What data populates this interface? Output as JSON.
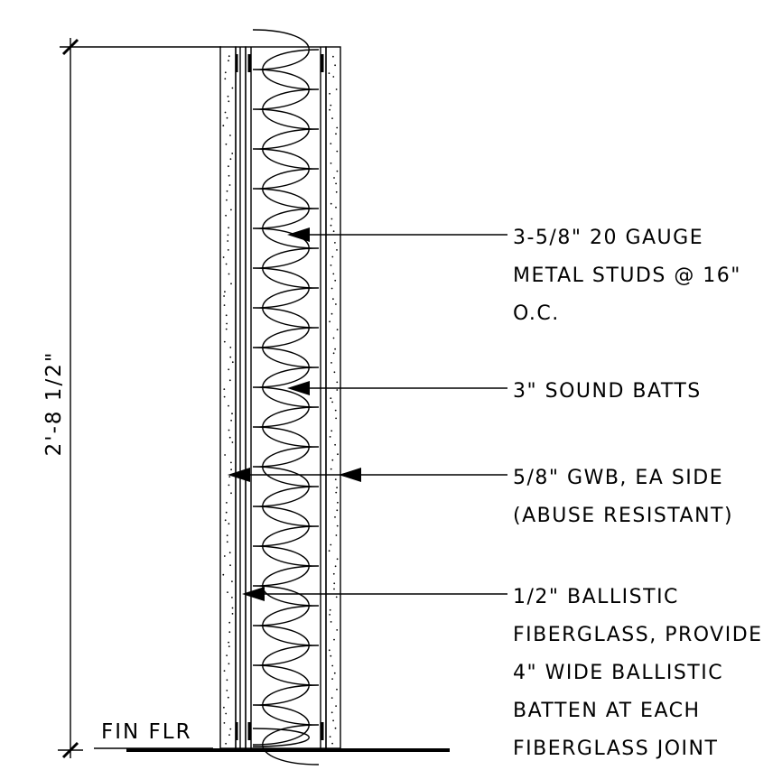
{
  "dimension": {
    "label": "2'-8 1/2\""
  },
  "floor": {
    "label": "FIN FLR"
  },
  "notes": [
    {
      "lines": [
        "3-5/8\" 20 GAUGE",
        "METAL STUDS @ 16\"",
        "O.C."
      ]
    },
    {
      "lines": [
        "3\" SOUND BATTS"
      ]
    },
    {
      "lines": [
        "5/8\" GWB, EA SIDE",
        "(ABUSE RESISTANT)"
      ]
    },
    {
      "lines": [
        "1/2\" BALLISTIC",
        "FIBERGLASS, PROVIDE",
        "4\" WIDE BALLISTIC",
        "BATTEN AT EACH",
        "FIBERGLASS JOINT"
      ]
    }
  ],
  "colors": {
    "ink": "#000000",
    "background": "#ffffff"
  }
}
